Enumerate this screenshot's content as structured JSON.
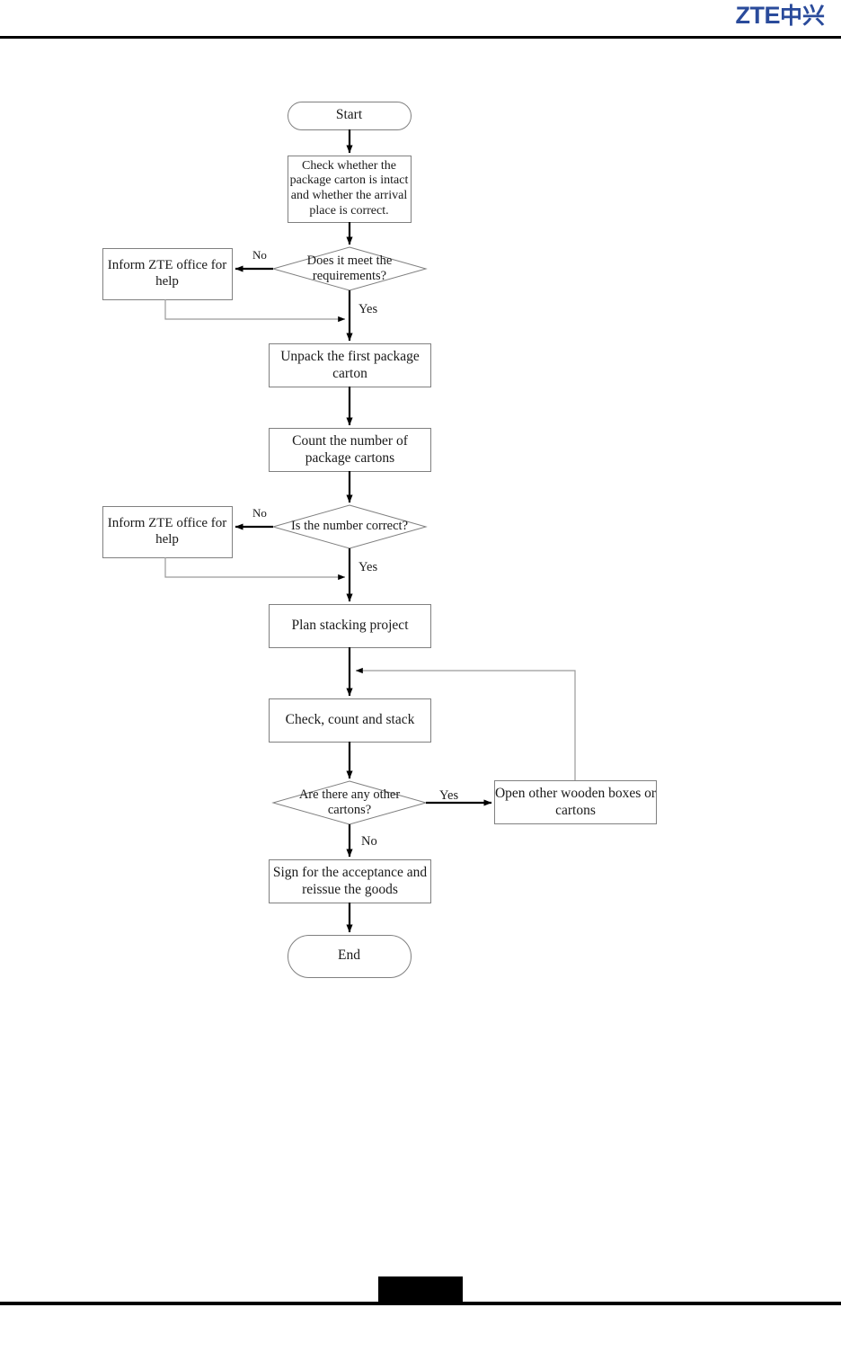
{
  "page": {
    "header": {
      "logo_latin": "ZTE",
      "logo_cjk": "中兴",
      "logo_color": "#2a4b9b"
    },
    "footer": {
      "redacted_block": ""
    }
  },
  "chart_data": {
    "type": "flowchart",
    "title": "Unpacking and acceptance flowchart",
    "orientation": "top-to-bottom",
    "nodes": [
      {
        "id": "start",
        "shape": "terminator",
        "label": "Start"
      },
      {
        "id": "check_carton",
        "shape": "process",
        "label": "Check whether the package carton is intact and whether the arrival place is correct."
      },
      {
        "id": "meet_req",
        "shape": "decision",
        "label": "Does it meet the requirements?"
      },
      {
        "id": "inform1",
        "shape": "process",
        "label": "Inform ZTE office for help"
      },
      {
        "id": "unpack",
        "shape": "process",
        "label": "Unpack the first package carton"
      },
      {
        "id": "count",
        "shape": "process",
        "label": "Count the number of package cartons"
      },
      {
        "id": "num_correct",
        "shape": "decision",
        "label": "Is the number correct?"
      },
      {
        "id": "inform2",
        "shape": "process",
        "label": "Inform ZTE office for help"
      },
      {
        "id": "plan",
        "shape": "process",
        "label": "Plan stacking project"
      },
      {
        "id": "check_stack",
        "shape": "process",
        "label": "Check, count and stack"
      },
      {
        "id": "other_cartons",
        "shape": "decision",
        "label": "Are there any other cartons?"
      },
      {
        "id": "open_other",
        "shape": "process",
        "label": "Open other wooden boxes or cartons"
      },
      {
        "id": "sign",
        "shape": "process",
        "label": "Sign for the acceptance and reissue the goods"
      },
      {
        "id": "end",
        "shape": "terminator",
        "label": "End"
      }
    ],
    "edges": [
      {
        "from": "start",
        "to": "check_carton",
        "label": ""
      },
      {
        "from": "check_carton",
        "to": "meet_req",
        "label": ""
      },
      {
        "from": "meet_req",
        "to": "inform1",
        "label": "No"
      },
      {
        "from": "meet_req",
        "to": "unpack",
        "label": "Yes"
      },
      {
        "from": "inform1",
        "to": "unpack",
        "label": ""
      },
      {
        "from": "unpack",
        "to": "count",
        "label": ""
      },
      {
        "from": "count",
        "to": "num_correct",
        "label": ""
      },
      {
        "from": "num_correct",
        "to": "inform2",
        "label": "No"
      },
      {
        "from": "num_correct",
        "to": "plan",
        "label": "Yes"
      },
      {
        "from": "inform2",
        "to": "plan",
        "label": ""
      },
      {
        "from": "plan",
        "to": "check_stack",
        "label": ""
      },
      {
        "from": "check_stack",
        "to": "other_cartons",
        "label": ""
      },
      {
        "from": "other_cartons",
        "to": "open_other",
        "label": "Yes"
      },
      {
        "from": "other_cartons",
        "to": "sign",
        "label": "No"
      },
      {
        "from": "open_other",
        "to": "check_stack",
        "label": ""
      },
      {
        "from": "sign",
        "to": "end",
        "label": ""
      }
    ],
    "edge_labels": {
      "meet_req_no": "No",
      "meet_req_yes": "Yes",
      "num_correct_no": "No",
      "num_correct_yes": "Yes",
      "other_cartons_yes": "Yes",
      "other_cartons_no": "No"
    },
    "style": {
      "node_border_color": "#808080",
      "node_fill": "#ffffff",
      "arrow_color": "#000000",
      "return_line_color": "#9a9a9a"
    }
  }
}
